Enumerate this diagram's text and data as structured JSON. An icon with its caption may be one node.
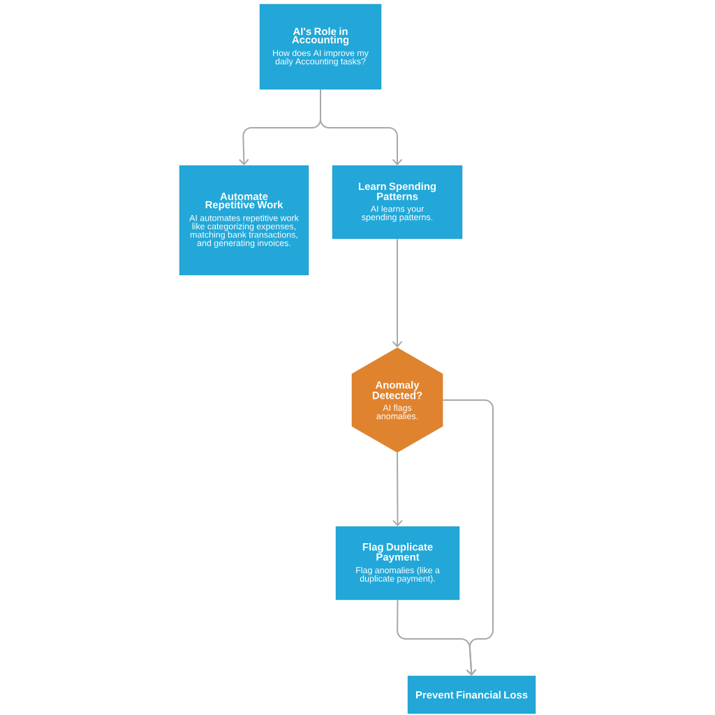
{
  "diagram": {
    "nodes": [
      {
        "text": [
          "AI's Role in Accounting",
          "How does AI improve my daily Accounting tasks?"
        ]
      },
      {
        "text": [
          "Automate Repetitive Work",
          "AI automates repetitive work like categorizing expenses, matching bank transactions, and generating invoices."
        ]
      },
      {
        "text": [
          "Learn Spending Patterns",
          "AI learns your spending patterns."
        ]
      },
      {
        "text": [
          "Anomaly Detected?",
          "AI flags anomalies."
        ]
      },
      {
        "text": [
          "Flag Duplicate Payment",
          "Flag anomalies (like a duplicate payment)."
        ]
      },
      {
        "text": [
          "Prevent Financial Loss"
        ]
      }
    ],
    "edges": [
      {
        "from": 0,
        "to": 1,
        "arrow": "to"
      },
      {
        "from": 0,
        "to": 2,
        "arrow": "to"
      },
      {
        "from": 2,
        "to": 3,
        "arrow": "to"
      },
      {
        "from": 3,
        "to": 4,
        "arrow": "to"
      },
      {
        "from": 4,
        "to": 5,
        "arrow": "to"
      },
      {
        "from": 3,
        "to": 5,
        "arrow": "to"
      }
    ]
  }
}
